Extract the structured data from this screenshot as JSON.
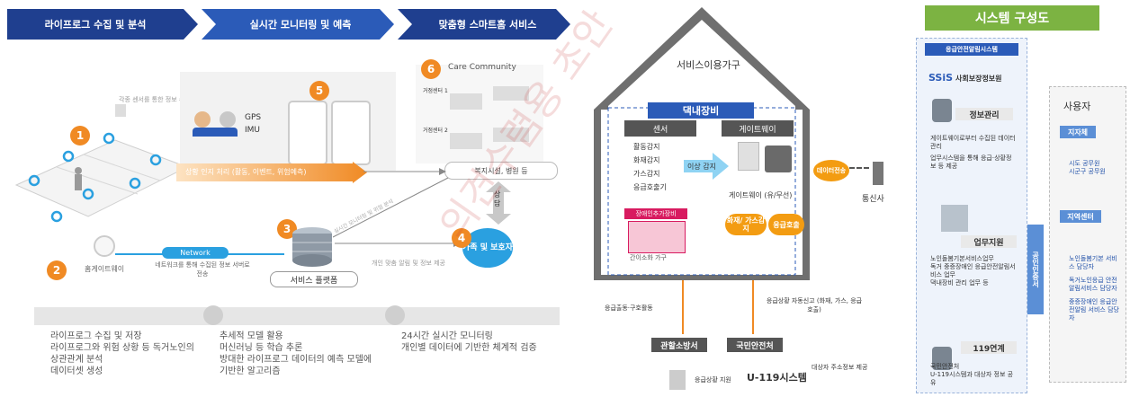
{
  "left": {
    "steps": [
      "라이프로그 수집 및 분석",
      "실시간 모니터링 및 예측",
      "맞춤형 스마트홈 서비스"
    ],
    "badges": [
      "1",
      "2",
      "3",
      "4",
      "5",
      "6"
    ],
    "sensor_note": "각종 센서를 통한 정보 수집",
    "gps": "GPS",
    "imu": "IMU",
    "care_community": "Care Community",
    "care_center_1": "거점센터 1",
    "care_center_2": "거점센터 2",
    "alert_bar": "상황 인지 처리 (활동, 이벤트, 위험예측)",
    "facility": "복지시설, 병원 등",
    "consult": "상담",
    "home_gateway": "홈게이트웨이",
    "network": "Network",
    "network_note": "네트워크를 통해 수집된 정보 서버로 전송",
    "service_platform": "서비스 플랫폼",
    "family": "가족 및 보호자",
    "platform_note": "실시간 모니터링 및 위험 분석",
    "personal_note": "개인 맞춤 알림 및 정보 제공",
    "bottom_col1": [
      "라이프로그 수집 및 저장",
      "라이프로그와 위험 상황 등 독거노인의 상관관계 분석",
      "데이터셋 생성"
    ],
    "bottom_col2": [
      "추세적 모델 활용",
      "머신러닝 등 학습 추론",
      "방대한 라이프로그 데이터의 예측 모델에 기반한 알고리즘"
    ],
    "bottom_col3": [
      "24시간 실시간 모니터링",
      "개인별 데이터에 기반한 체계적 검증"
    ]
  },
  "house": {
    "title": "서비스이용가구",
    "equipment": "댁내장비",
    "sensor": "센서",
    "gateway": "게이트웨이",
    "sensor_items": [
      "활동감지",
      "화재감지",
      "가스감지",
      "응급호출기"
    ],
    "disabled_equipment": "장애인추가장비",
    "abnormal": "이상 감지",
    "gateway_label": "게이트웨이 (유/무선)",
    "fire_gas": "화재/ 가스감지",
    "emergency_call": "응급호출",
    "home_device": "간이소화 가구",
    "data_transfer": "데이터전송",
    "telecom": "통신사",
    "auto_report": "응급상황 자동신고 (화재, 가스, 응급호출)",
    "dispatch": "응급출동·구호활동",
    "fire_station": "관할소방서",
    "safety_dept": "국민안전처",
    "u119": "U-119시스템",
    "emergency_support": "응급상황 지원",
    "target_info": "대상자 주소정보 제공"
  },
  "system": {
    "banner": "시스템 구성도",
    "emergency_system": "응급안전알림시스템",
    "ssis": "SSiS",
    "ssis_name": "사회보장정보원",
    "info_mgmt": "정보관리",
    "info_items": [
      "게이트웨이로부터 수집된 데이터관리",
      "업무시스템을 통해 응급·상황정보 등 제공"
    ],
    "business_support": "업무지원",
    "business_items": [
      "노인돌봄기본서비스업무",
      "독거 중증장애인 응급안전알림서비스 업무",
      "댁내장비 관리 업무 등"
    ],
    "public_cert": "공인인증서",
    "link119": "119연계",
    "link_items": [
      "국민안전처",
      "U-119시스템과 대상자 정보 공유"
    ],
    "users_title": "사용자",
    "local_gov": "지자체",
    "local_gov_items": [
      "시도 공무원",
      "시군구 공무원"
    ],
    "regional_center": "지역센터",
    "regional_items": [
      "노인돌봄기본 서비스 담당자",
      "독거노인응급 안전알림서비스 담당자",
      "중증장애인 응급안전알림 서비스 담당자"
    ]
  },
  "watermark": "의견수렴용 초안"
}
